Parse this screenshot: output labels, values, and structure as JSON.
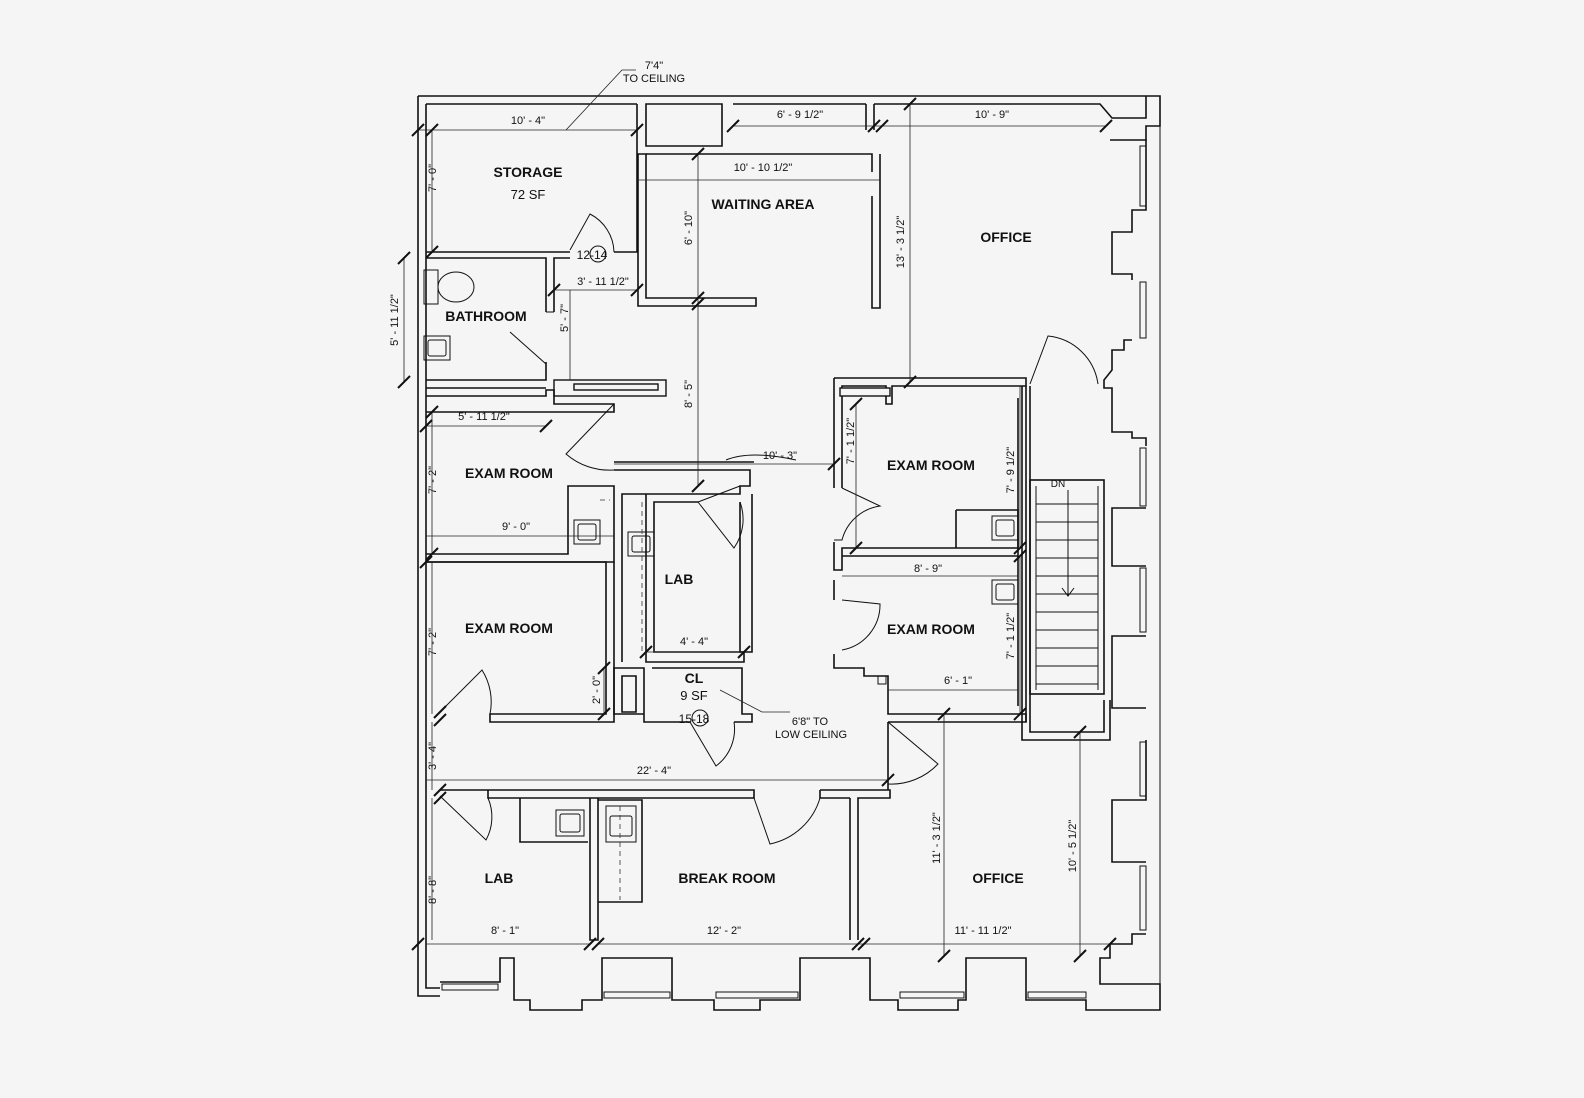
{
  "rooms": {
    "storage": "STORAGE",
    "storage_area": "72 SF",
    "waiting": "WAITING AREA",
    "office_top": "OFFICE",
    "bathroom": "BATHROOM",
    "exam1": "EXAM ROOM",
    "exam2": "EXAM ROOM",
    "exam3": "EXAM ROOM",
    "exam4": "EXAM ROOM",
    "lab_center": "LAB",
    "closet": "CL",
    "closet_area": "9 SF",
    "lab_bottom": "LAB",
    "break_room": "BREAK ROOM",
    "office_bottom": "OFFICE"
  },
  "tags": {
    "door_12_14": "12-14",
    "door_15_18": "15-18",
    "stair": "DN"
  },
  "notes": {
    "ceiling1_a": "7'4\"",
    "ceiling1_b": "TO CEILING",
    "ceiling2_a": "6'8\" TO",
    "ceiling2_b": "LOW CEILING"
  },
  "dimensions": {
    "d_storage_w": "10' - 4\"",
    "d_top_mid": "6' - 9 1/2\"",
    "d_top_right": "10' - 9\"",
    "d_waiting_w": "10' - 10 1/2\"",
    "d_storage_h": "7' - 0\"",
    "d_waiting_h": "6' - 10\"",
    "d_office_h": "13' - 3 1/2\"",
    "d_corridor_w": "3' - 11 1/2\"",
    "d_bath_h": "5' - 11 1/2\"",
    "d_corridor_h": "5' - 7\"",
    "d_hall_v": "8' - 5\"",
    "d_exam1_w": "5' - 11 1/2\"",
    "d_hall_w": "10' - 3\"",
    "d_exam3_h": "7' - 1 1/2\"",
    "d_exam3_h2": "7' - 9 1/2\"",
    "d_exam1_h": "7' - 2\"",
    "d_exam1_w2": "9' - 0\"",
    "d_exam4_w": "8' - 9\"",
    "d_exam4_h": "7' - 1 1/2\"",
    "d_exam2_h": "7' - 2\"",
    "d_lab_w": "4' - 4\"",
    "d_exam4_w2": "6' - 1\"",
    "d_cl_h": "2' - 0\"",
    "d_hall2_h": "3' - 4\"",
    "d_hall_long": "22' - 4\"",
    "d_office2_h": "11' - 3 1/2\"",
    "d_office2_h2": "10' - 5 1/2\"",
    "d_lab2_h": "8' - 8\"",
    "d_lab2_w": "8' - 1\"",
    "d_break_w": "12' - 2\"",
    "d_office2_w": "11' - 11 1/2\""
  }
}
